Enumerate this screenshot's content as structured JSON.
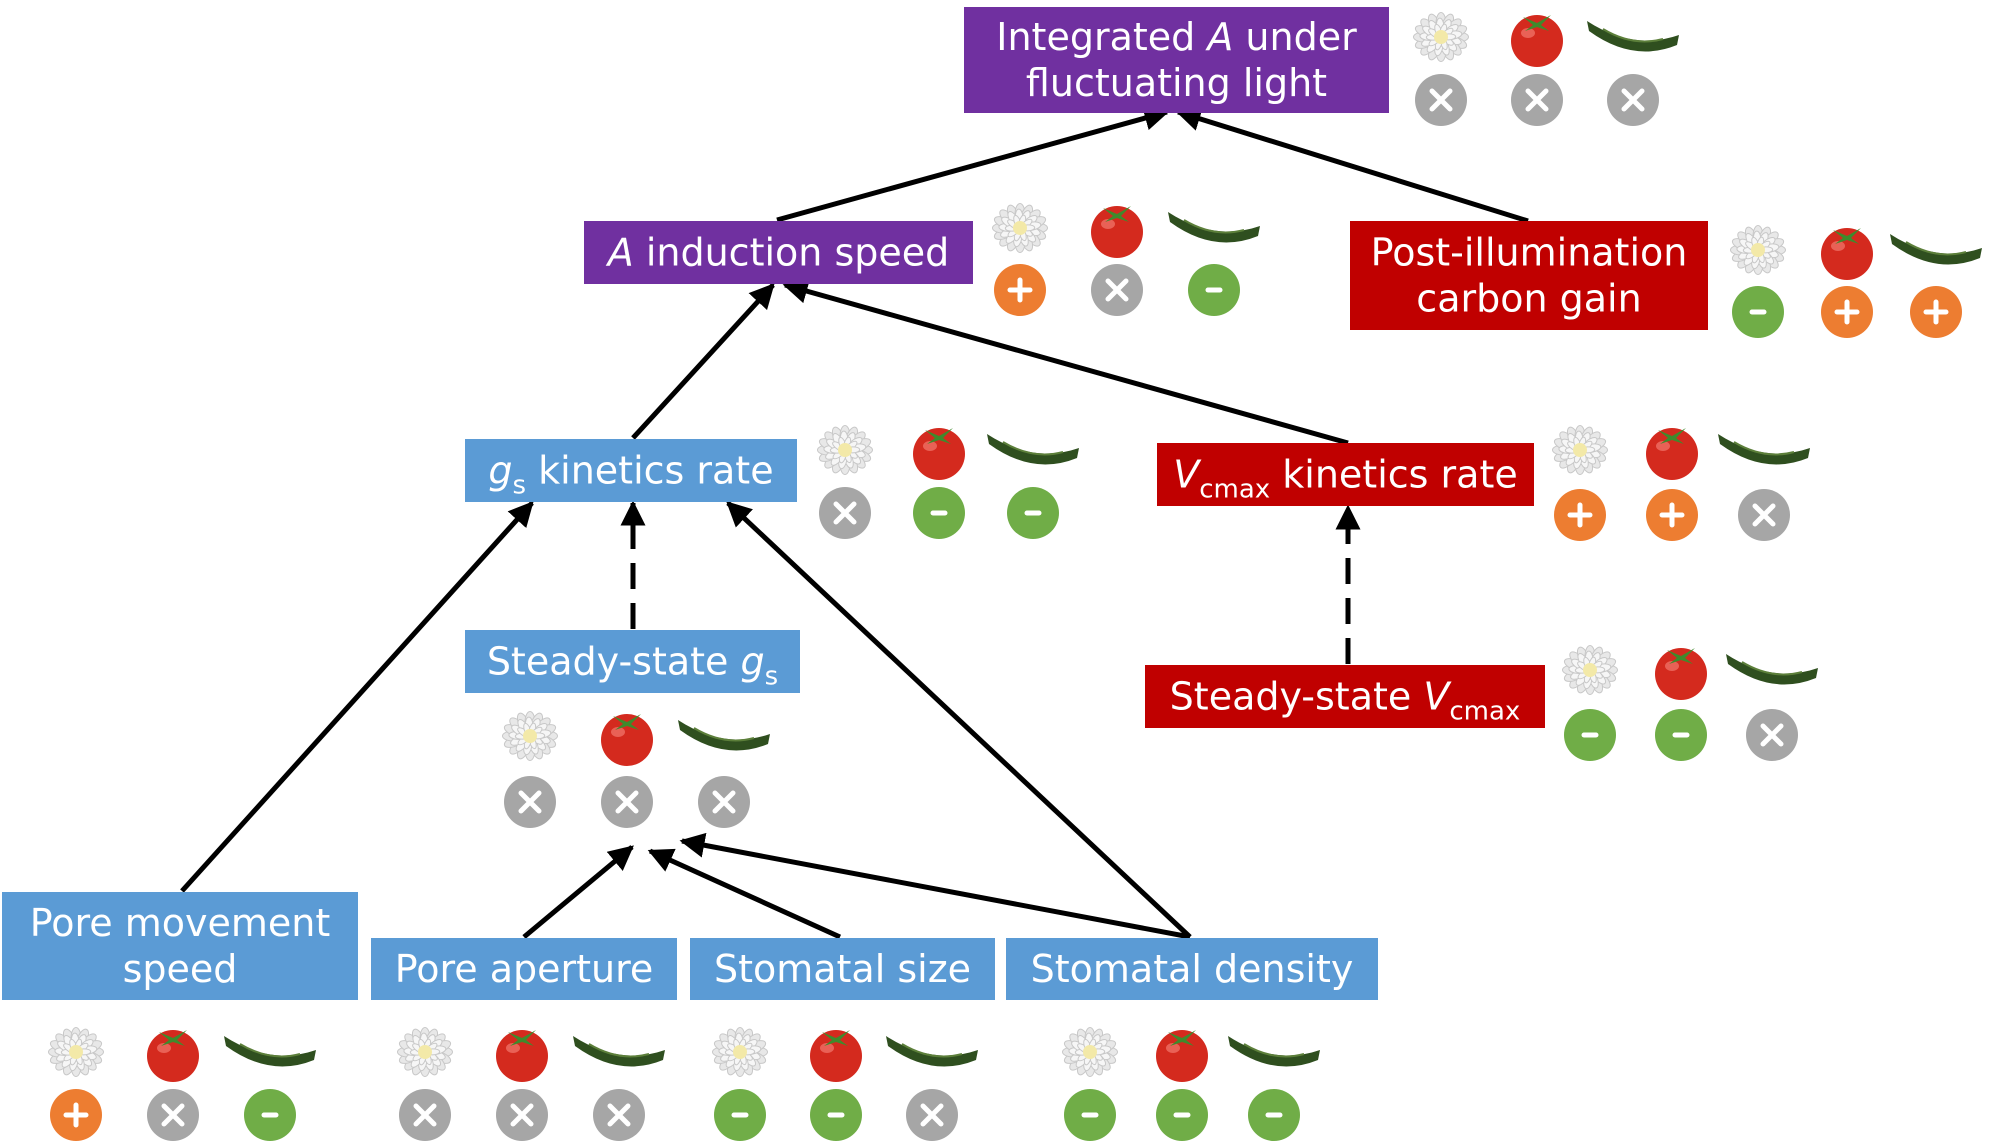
{
  "colors": {
    "purple": "#7030a0",
    "red": "#c00000",
    "blue": "#5b9bd5",
    "plus": "#ed7d31",
    "minus": "#70ad47",
    "none": "#a6a6a6",
    "arrow": "#000000"
  },
  "species": [
    {
      "name": "chrysanthemum",
      "icon": "flower-icon"
    },
    {
      "name": "tomato",
      "icon": "tomato-icon"
    },
    {
      "name": "cucumber",
      "icon": "cucumber-icon"
    }
  ],
  "legend_symbols": {
    "plus": "+",
    "minus": "-",
    "none": "×"
  },
  "nodes": {
    "integrated_a": {
      "lines": [
        [
          {
            "t": "Integrated "
          },
          {
            "t": "A",
            "i": true
          },
          {
            "t": " under"
          }
        ],
        [
          {
            "t": "fluctuating light"
          }
        ]
      ],
      "color": "purple",
      "effects": [
        "none",
        "none",
        "none"
      ]
    },
    "a_induction": {
      "lines": [
        [
          {
            "t": "A",
            "i": true
          },
          {
            "t": " induction speed"
          }
        ]
      ],
      "color": "purple",
      "effects": [
        "plus",
        "none",
        "minus"
      ]
    },
    "post_illumination": {
      "lines": [
        [
          {
            "t": "Post-illumination"
          }
        ],
        [
          {
            "t": "carbon gain"
          }
        ]
      ],
      "color": "red",
      "effects": [
        "minus",
        "plus",
        "plus"
      ]
    },
    "gs_kinetics": {
      "lines": [
        [
          {
            "t": "g",
            "i": true
          },
          {
            "t": "s",
            "sub": true
          },
          {
            "t": " kinetics rate"
          }
        ]
      ],
      "color": "blue",
      "effects": [
        "none",
        "minus",
        "minus"
      ]
    },
    "vcmax_kinetics": {
      "lines": [
        [
          {
            "t": "V",
            "i": true
          },
          {
            "t": "cmax",
            "sub": true
          },
          {
            "t": " kinetics rate"
          }
        ]
      ],
      "color": "red",
      "effects": [
        "plus",
        "plus",
        "none"
      ]
    },
    "steady_gs": {
      "lines": [
        [
          {
            "t": "Steady-state "
          },
          {
            "t": "g",
            "i": true
          },
          {
            "t": "s",
            "sub": true
          }
        ]
      ],
      "color": "blue",
      "effects": [
        "none",
        "none",
        "none"
      ]
    },
    "steady_vcmax": {
      "lines": [
        [
          {
            "t": "Steady-state "
          },
          {
            "t": "V",
            "i": true
          },
          {
            "t": "cmax",
            "sub": true
          }
        ]
      ],
      "color": "red",
      "effects": [
        "minus",
        "minus",
        "none"
      ]
    },
    "pore_movement": {
      "lines": [
        [
          {
            "t": "Pore movement"
          }
        ],
        [
          {
            "t": "speed"
          }
        ]
      ],
      "color": "blue",
      "effects": [
        "plus",
        "none",
        "minus"
      ]
    },
    "pore_aperture": {
      "lines": [
        [
          {
            "t": "Pore aperture"
          }
        ]
      ],
      "color": "blue",
      "effects": [
        "none",
        "none",
        "none"
      ]
    },
    "stomatal_size": {
      "lines": [
        [
          {
            "t": "Stomatal size"
          }
        ]
      ],
      "color": "blue",
      "effects": [
        "minus",
        "minus",
        "none"
      ]
    },
    "stomatal_density": {
      "lines": [
        [
          {
            "t": "Stomatal density"
          }
        ]
      ],
      "color": "blue",
      "effects": [
        "minus",
        "minus",
        "minus"
      ]
    }
  },
  "edges": [
    {
      "from": "a_induction",
      "to": "integrated_a",
      "style": "solid"
    },
    {
      "from": "post_illumination",
      "to": "integrated_a",
      "style": "solid"
    },
    {
      "from": "gs_kinetics",
      "to": "a_induction",
      "style": "solid"
    },
    {
      "from": "vcmax_kinetics",
      "to": "a_induction",
      "style": "solid"
    },
    {
      "from": "steady_gs",
      "to": "gs_kinetics",
      "style": "dashed"
    },
    {
      "from": "steady_vcmax",
      "to": "vcmax_kinetics",
      "style": "dashed"
    },
    {
      "from": "pore_movement",
      "to": "gs_kinetics",
      "style": "solid"
    },
    {
      "from": "stomatal_density",
      "to": "gs_kinetics",
      "style": "solid"
    },
    {
      "from": "pore_aperture",
      "to": "steady_gs",
      "style": "solid"
    },
    {
      "from": "stomatal_size",
      "to": "steady_gs",
      "style": "solid"
    },
    {
      "from": "stomatal_density",
      "to": "steady_gs",
      "style": "solid"
    }
  ]
}
